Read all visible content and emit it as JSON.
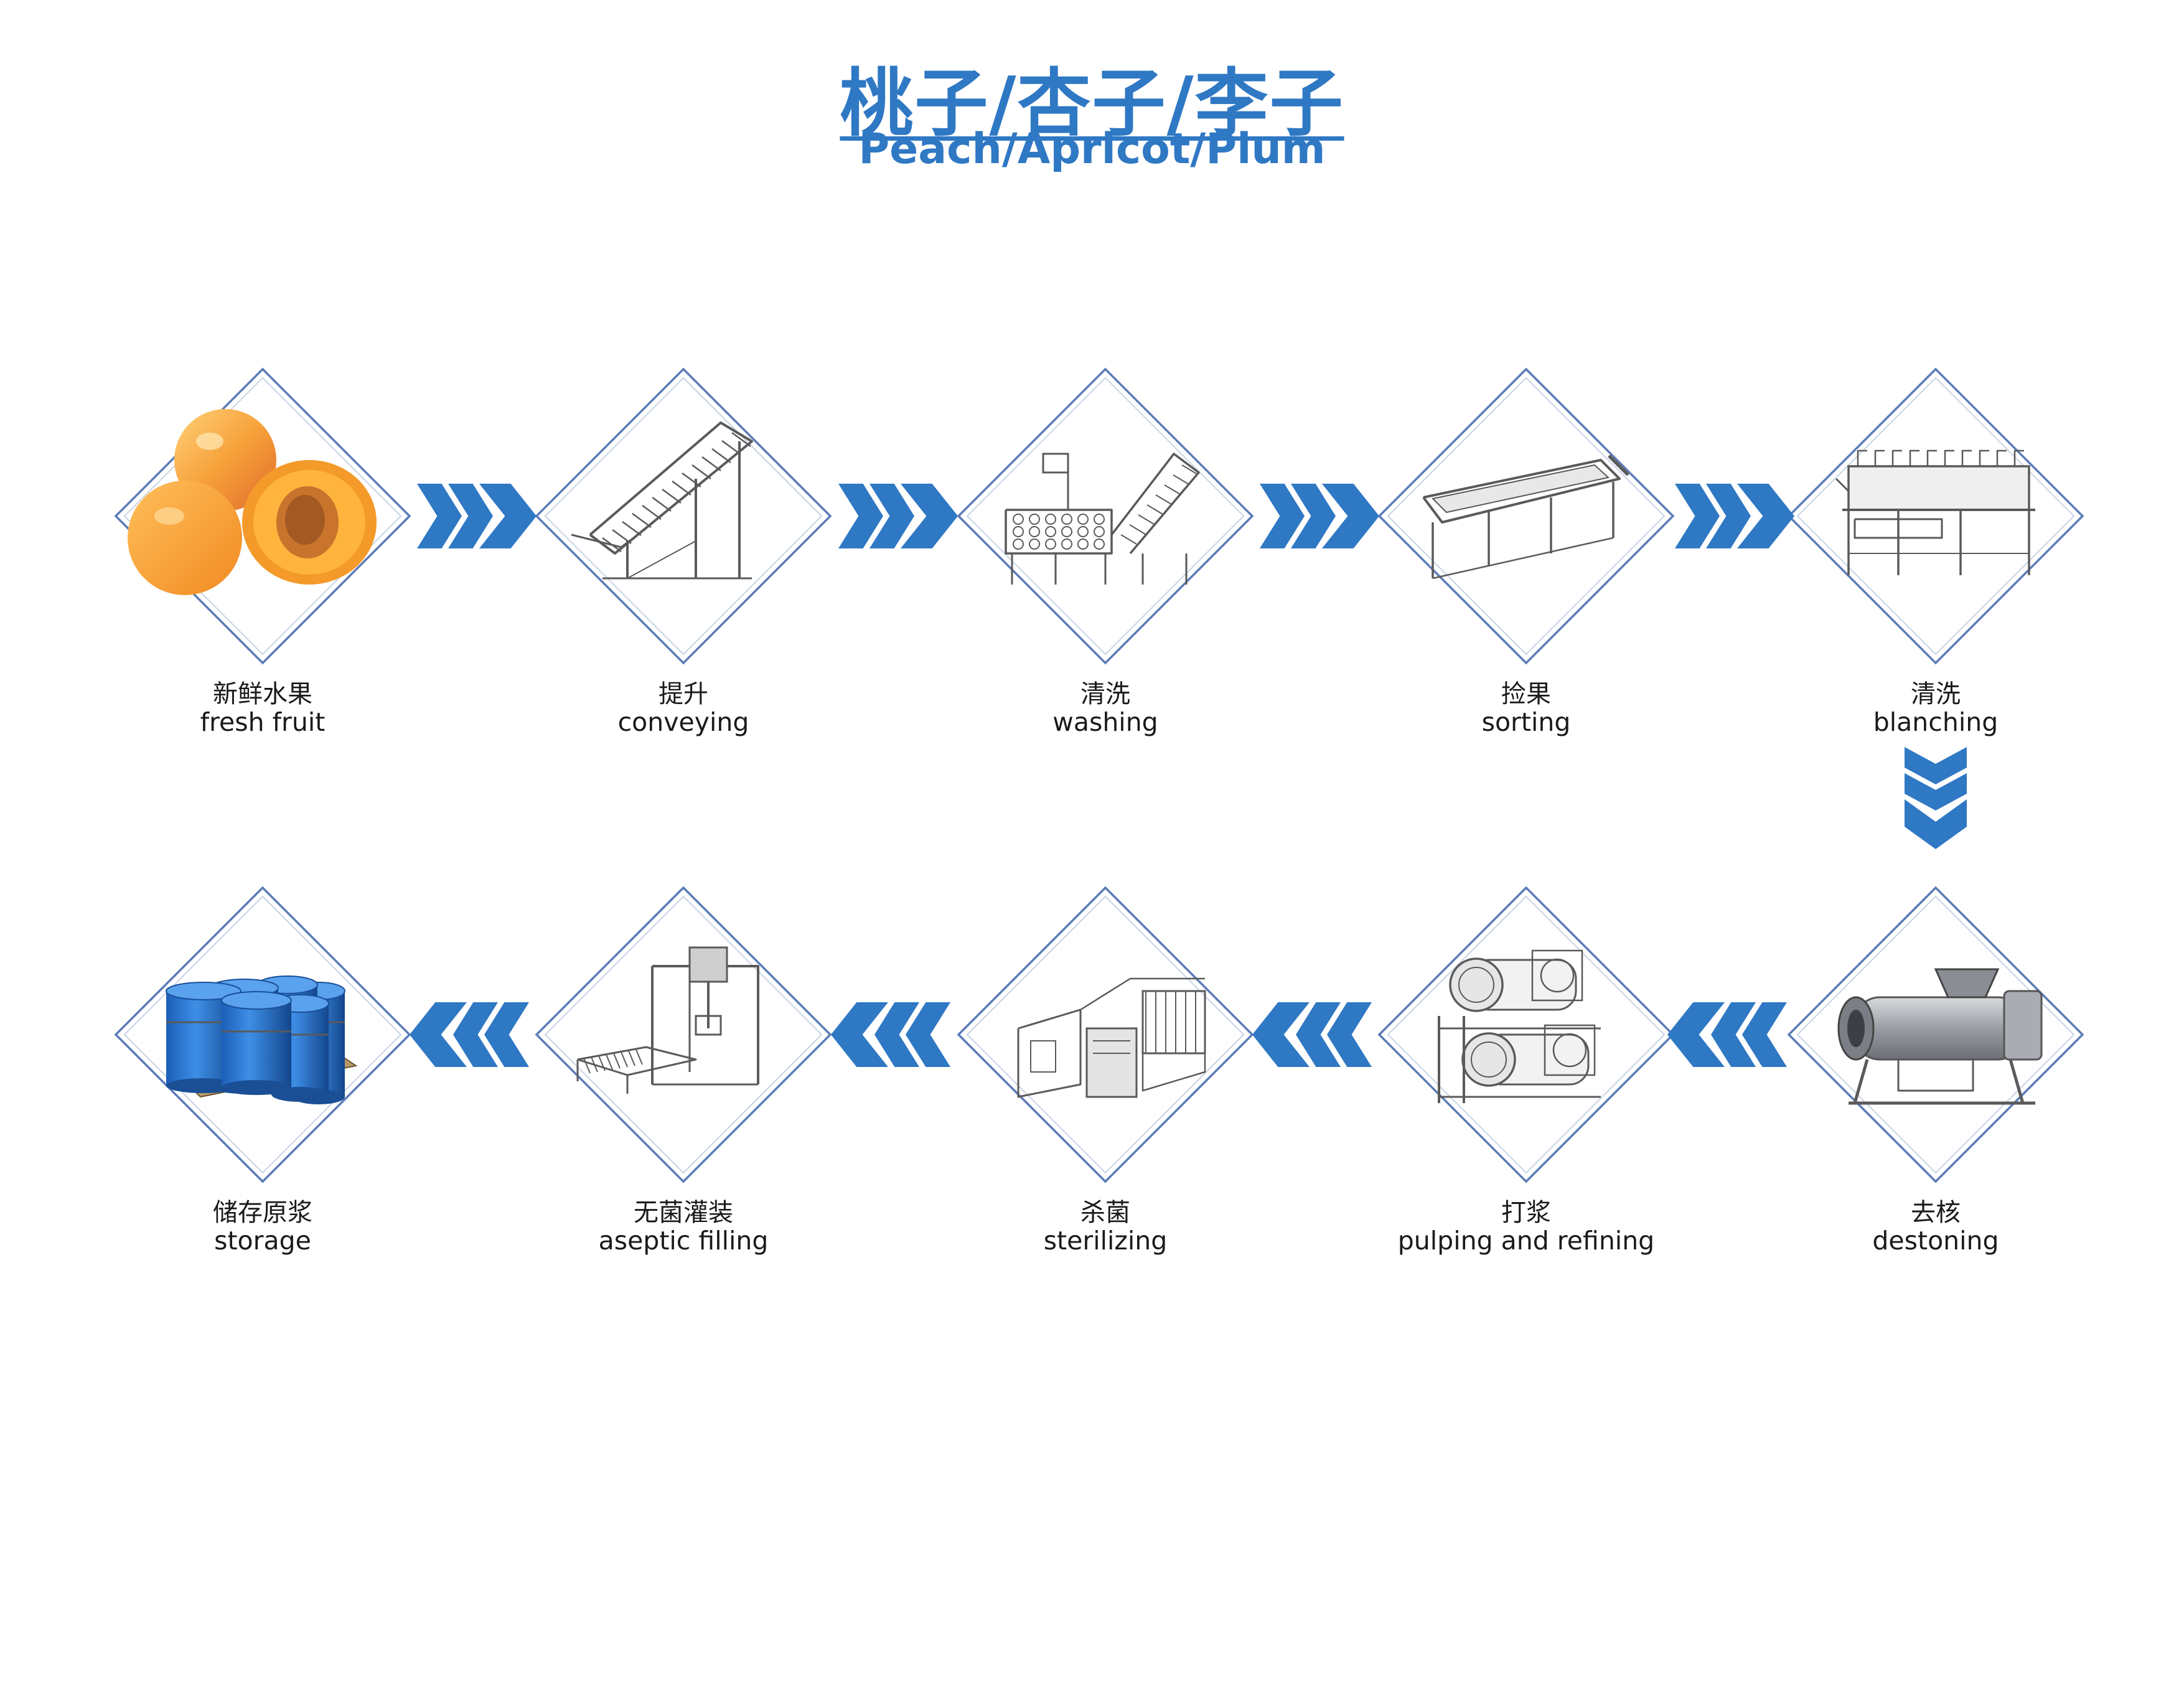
{
  "title": {
    "cn": "桃子/杏子/李子",
    "en": "Peach/Apricot/Plum"
  },
  "colors": {
    "accent": "#2f78c4",
    "arrow": "#2f78c4",
    "diamond": "#5b7bb8"
  },
  "steps": [
    {
      "cn": "新鲜水果",
      "en": "fresh fruit",
      "icon": "apricot-fruit-icon"
    },
    {
      "cn": "提升",
      "en": "conveying",
      "icon": "elevator-conveyor-icon"
    },
    {
      "cn": "清洗",
      "en": "washing",
      "icon": "washing-machine-icon"
    },
    {
      "cn": "捡果",
      "en": "sorting",
      "icon": "sorting-table-icon"
    },
    {
      "cn": "清洗",
      "en": "blanching",
      "icon": "blanching-machine-icon"
    },
    {
      "cn": "去核",
      "en": "destoning",
      "icon": "destoner-icon"
    },
    {
      "cn": "打浆",
      "en": "pulping and refining",
      "icon": "pulper-refiner-icon"
    },
    {
      "cn": "杀菌",
      "en": "sterilizing",
      "icon": "sterilizer-icon"
    },
    {
      "cn": "无菌灌装",
      "en": "aseptic filling",
      "icon": "aseptic-filler-icon"
    },
    {
      "cn": "储存原浆",
      "en": "storage",
      "icon": "storage-drums-icon"
    }
  ]
}
